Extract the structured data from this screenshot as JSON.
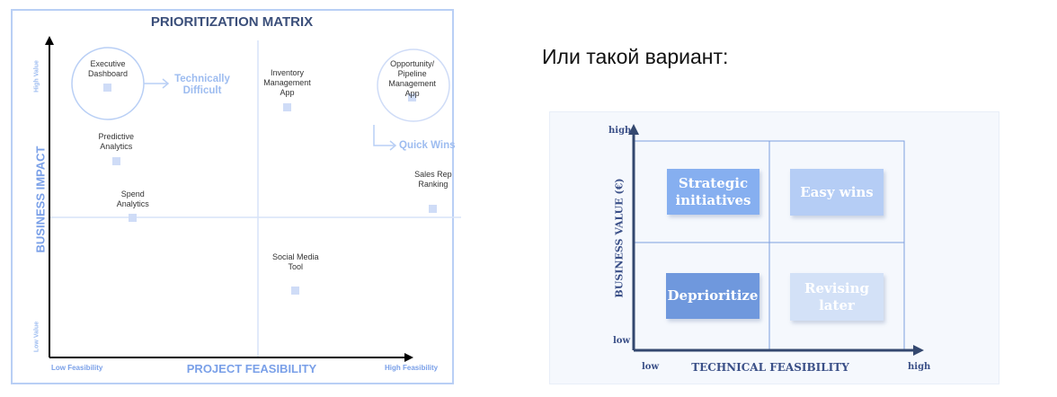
{
  "heading": "Или такой вариант:",
  "left_matrix": {
    "title": "PRIORITIZATION MATRIX",
    "y_axis": "BUSINESS IMPACT",
    "y_high": "High Value",
    "y_low": "Low Value",
    "x_axis": "PROJECT FEASIBILITY",
    "x_low": "Low Feasibility",
    "x_high": "High Feasibility",
    "callout_difficult": "Technically Difficult",
    "callout_quick": "Quick Wins"
  },
  "chart_data": {
    "type": "scatter",
    "title": "PRIORITIZATION MATRIX",
    "xlabel": "PROJECT FEASIBILITY",
    "ylabel": "BUSINESS IMPACT",
    "xlim": [
      0,
      10
    ],
    "ylim": [
      0,
      10
    ],
    "x_divider": 5,
    "y_divider": 4.4,
    "points": [
      {
        "label": "Executive Dashboard",
        "x": 1.4,
        "y": 8.5,
        "highlight": true
      },
      {
        "label": "Inventory Management App",
        "x": 5.7,
        "y": 7.9
      },
      {
        "label": "Opportunity/ Pipeline Management App",
        "x": 8.7,
        "y": 8.2,
        "highlight": true
      },
      {
        "label": "Predictive Analytics",
        "x": 1.6,
        "y": 6.2
      },
      {
        "label": "Spend Analytics",
        "x": 2.0,
        "y": 4.4
      },
      {
        "label": "Sales Rep Ranking",
        "x": 9.2,
        "y": 4.7
      },
      {
        "label": "Social Media Tool",
        "x": 5.9,
        "y": 2.1
      }
    ]
  },
  "right_matrix": {
    "y_axis": "BUSINESS VALUE (€)",
    "y_high": "high",
    "y_low": "low",
    "x_axis": "TECHNICAL FEASIBILITY",
    "x_low": "low",
    "x_high": "high",
    "quadrants": [
      {
        "label": "Strategic initiatives",
        "color": "#86aff0"
      },
      {
        "label": "Easy wins",
        "color": "#b5cdf5"
      },
      {
        "label": "Deprioritize",
        "color": "#6f98dd"
      },
      {
        "label": "Revising later",
        "color": "#d3e1f7"
      }
    ]
  }
}
